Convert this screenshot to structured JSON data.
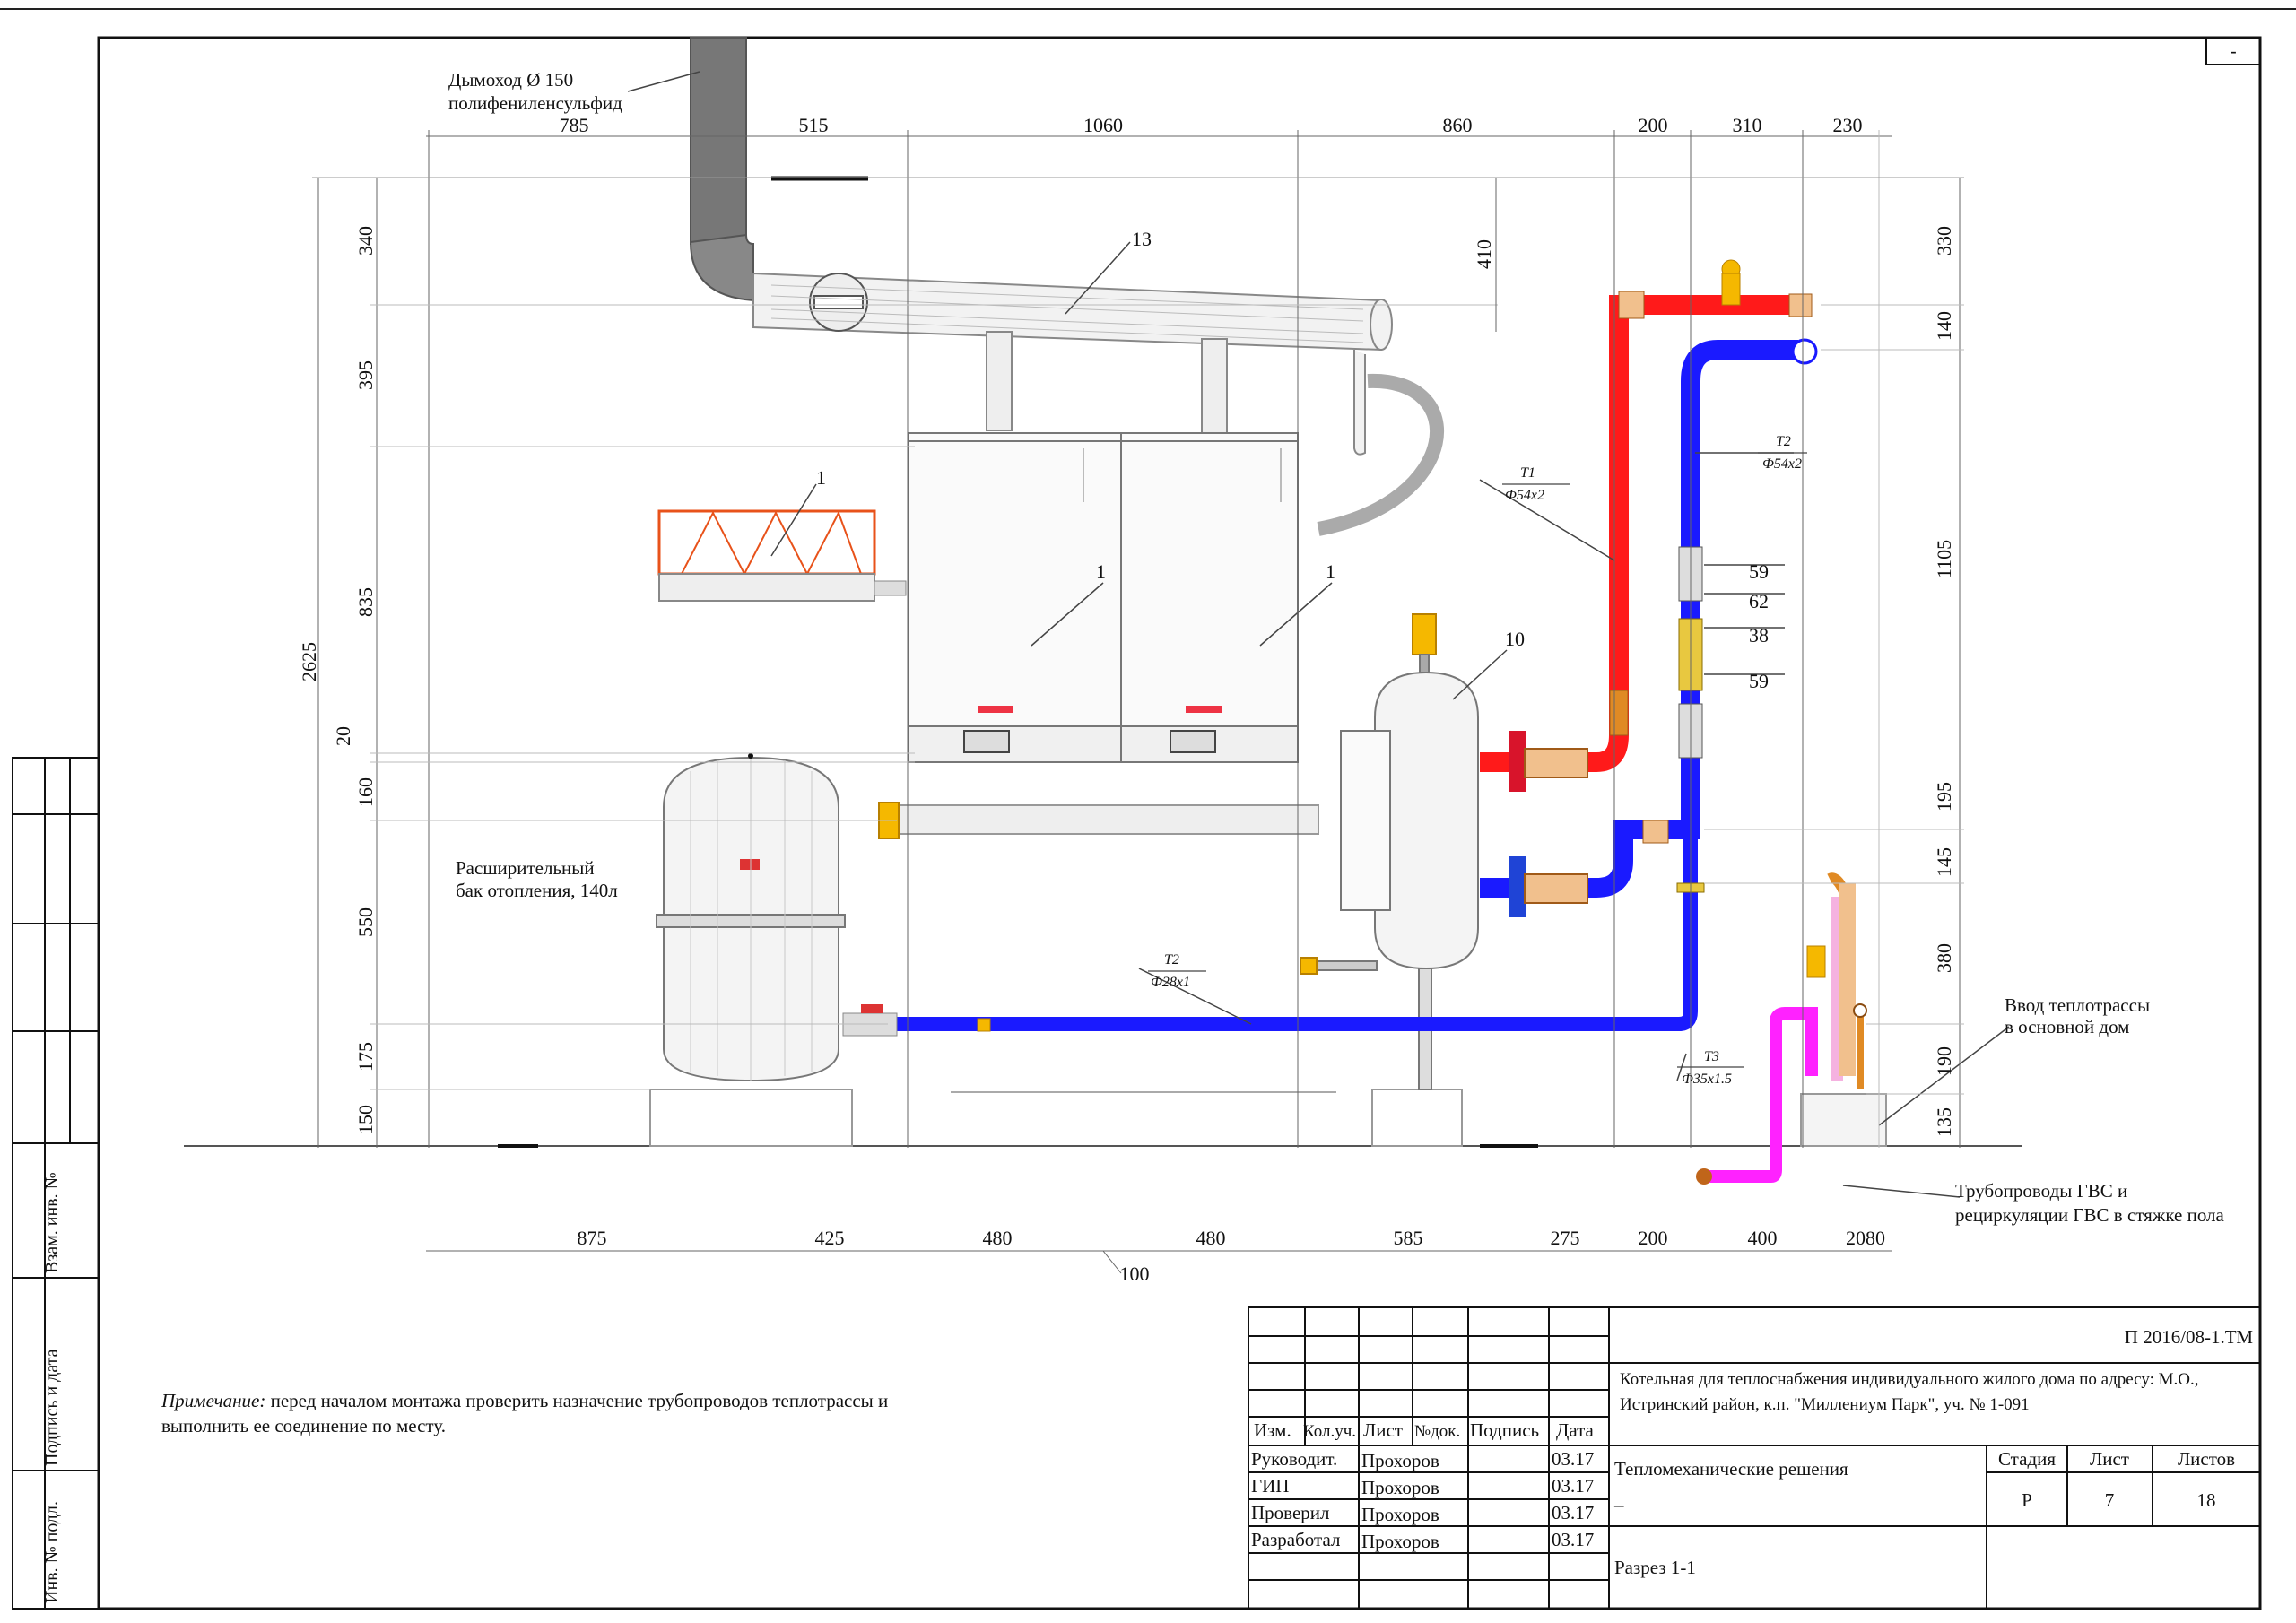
{
  "callouts": {
    "flue": [
      "Дымоход Ø 150",
      "полифениленсульфид"
    ],
    "tank": [
      "Расширительный",
      "бак отопления, 140л"
    ],
    "inlet": [
      "Ввод теплотрассы",
      "в основной дом"
    ],
    "dhw": [
      "Трубопроводы ГВС и",
      "рециркуляции ГВС в стяжке пола"
    ]
  },
  "pipes": {
    "t1": {
      "name": "Т1",
      "size": "Ф54х2",
      "color": "#ff1a1a"
    },
    "t2_top": {
      "name": "Т2",
      "size": "Ф54х2",
      "color": "#1a1aff"
    },
    "t2_bottom": {
      "name": "Т2",
      "size": "Ф28х1",
      "color": "#1a1aff"
    },
    "t3": {
      "name": "Т3",
      "size": "Ф35х1.5",
      "color": "#ff22ff"
    }
  },
  "marks": [
    "13",
    "1",
    "1",
    "1",
    "10",
    "59",
    "62",
    "38",
    "59"
  ],
  "dims_top": [
    "785",
    "515",
    "1060",
    "860",
    "200",
    "310",
    "230"
  ],
  "dims_bottom": [
    "875",
    "425",
    "480",
    "480",
    "585",
    "275",
    "200",
    "400",
    "2080"
  ],
  "dim_100": "100",
  "dims_left": [
    "340",
    "395",
    "835",
    "20",
    "160",
    "550",
    "175",
    "150"
  ],
  "dim_total": "2625",
  "dim_410": "410",
  "dims_right": [
    "330",
    "140",
    "1105",
    "195",
    "145",
    "380",
    "190",
    "135"
  ],
  "corner_mark": "-",
  "note": {
    "label": "Примечание:",
    "text": "перед началом монтажа проверить назначение трубопроводов теплотрассы и",
    "text2": "выполнить ее соединение по месту."
  },
  "side_stamp": {
    "inv_num": "Инв. № подл.",
    "sign_date": "Подпись и дата",
    "replace_inv": "Взам. инв. №"
  },
  "title_block": {
    "doc_code": "П 2016/08-1.ТМ",
    "object": "Котельная для теплоснабжения индивидуального жилого дома по адресу: М.О.,",
    "object2": "Истринский район, к.п. \"Миллениум Парк\", уч. № 1-091",
    "headers": [
      "Изм.",
      "Кол.уч.",
      "Лист",
      "№док.",
      "Подпись",
      "Дата"
    ],
    "rows": [
      {
        "role": "Руководит.",
        "name": "Прохоров",
        "date": "03.17"
      },
      {
        "role": "ГИП",
        "name": "Прохоров",
        "date": "03.17"
      },
      {
        "role": "Проверил",
        "name": "Прохоров",
        "date": "03.17"
      },
      {
        "role": "Разработал",
        "name": "Прохоров",
        "date": "03.17"
      }
    ],
    "section": "Тепломеханические решения",
    "section_dash": "–",
    "sheet_title": "Разрез 1-1",
    "stage_label": "Стадия",
    "sheet_label": "Лист",
    "sheets_label": "Листов",
    "stage": "Р",
    "sheet": "7",
    "sheets": "18"
  }
}
